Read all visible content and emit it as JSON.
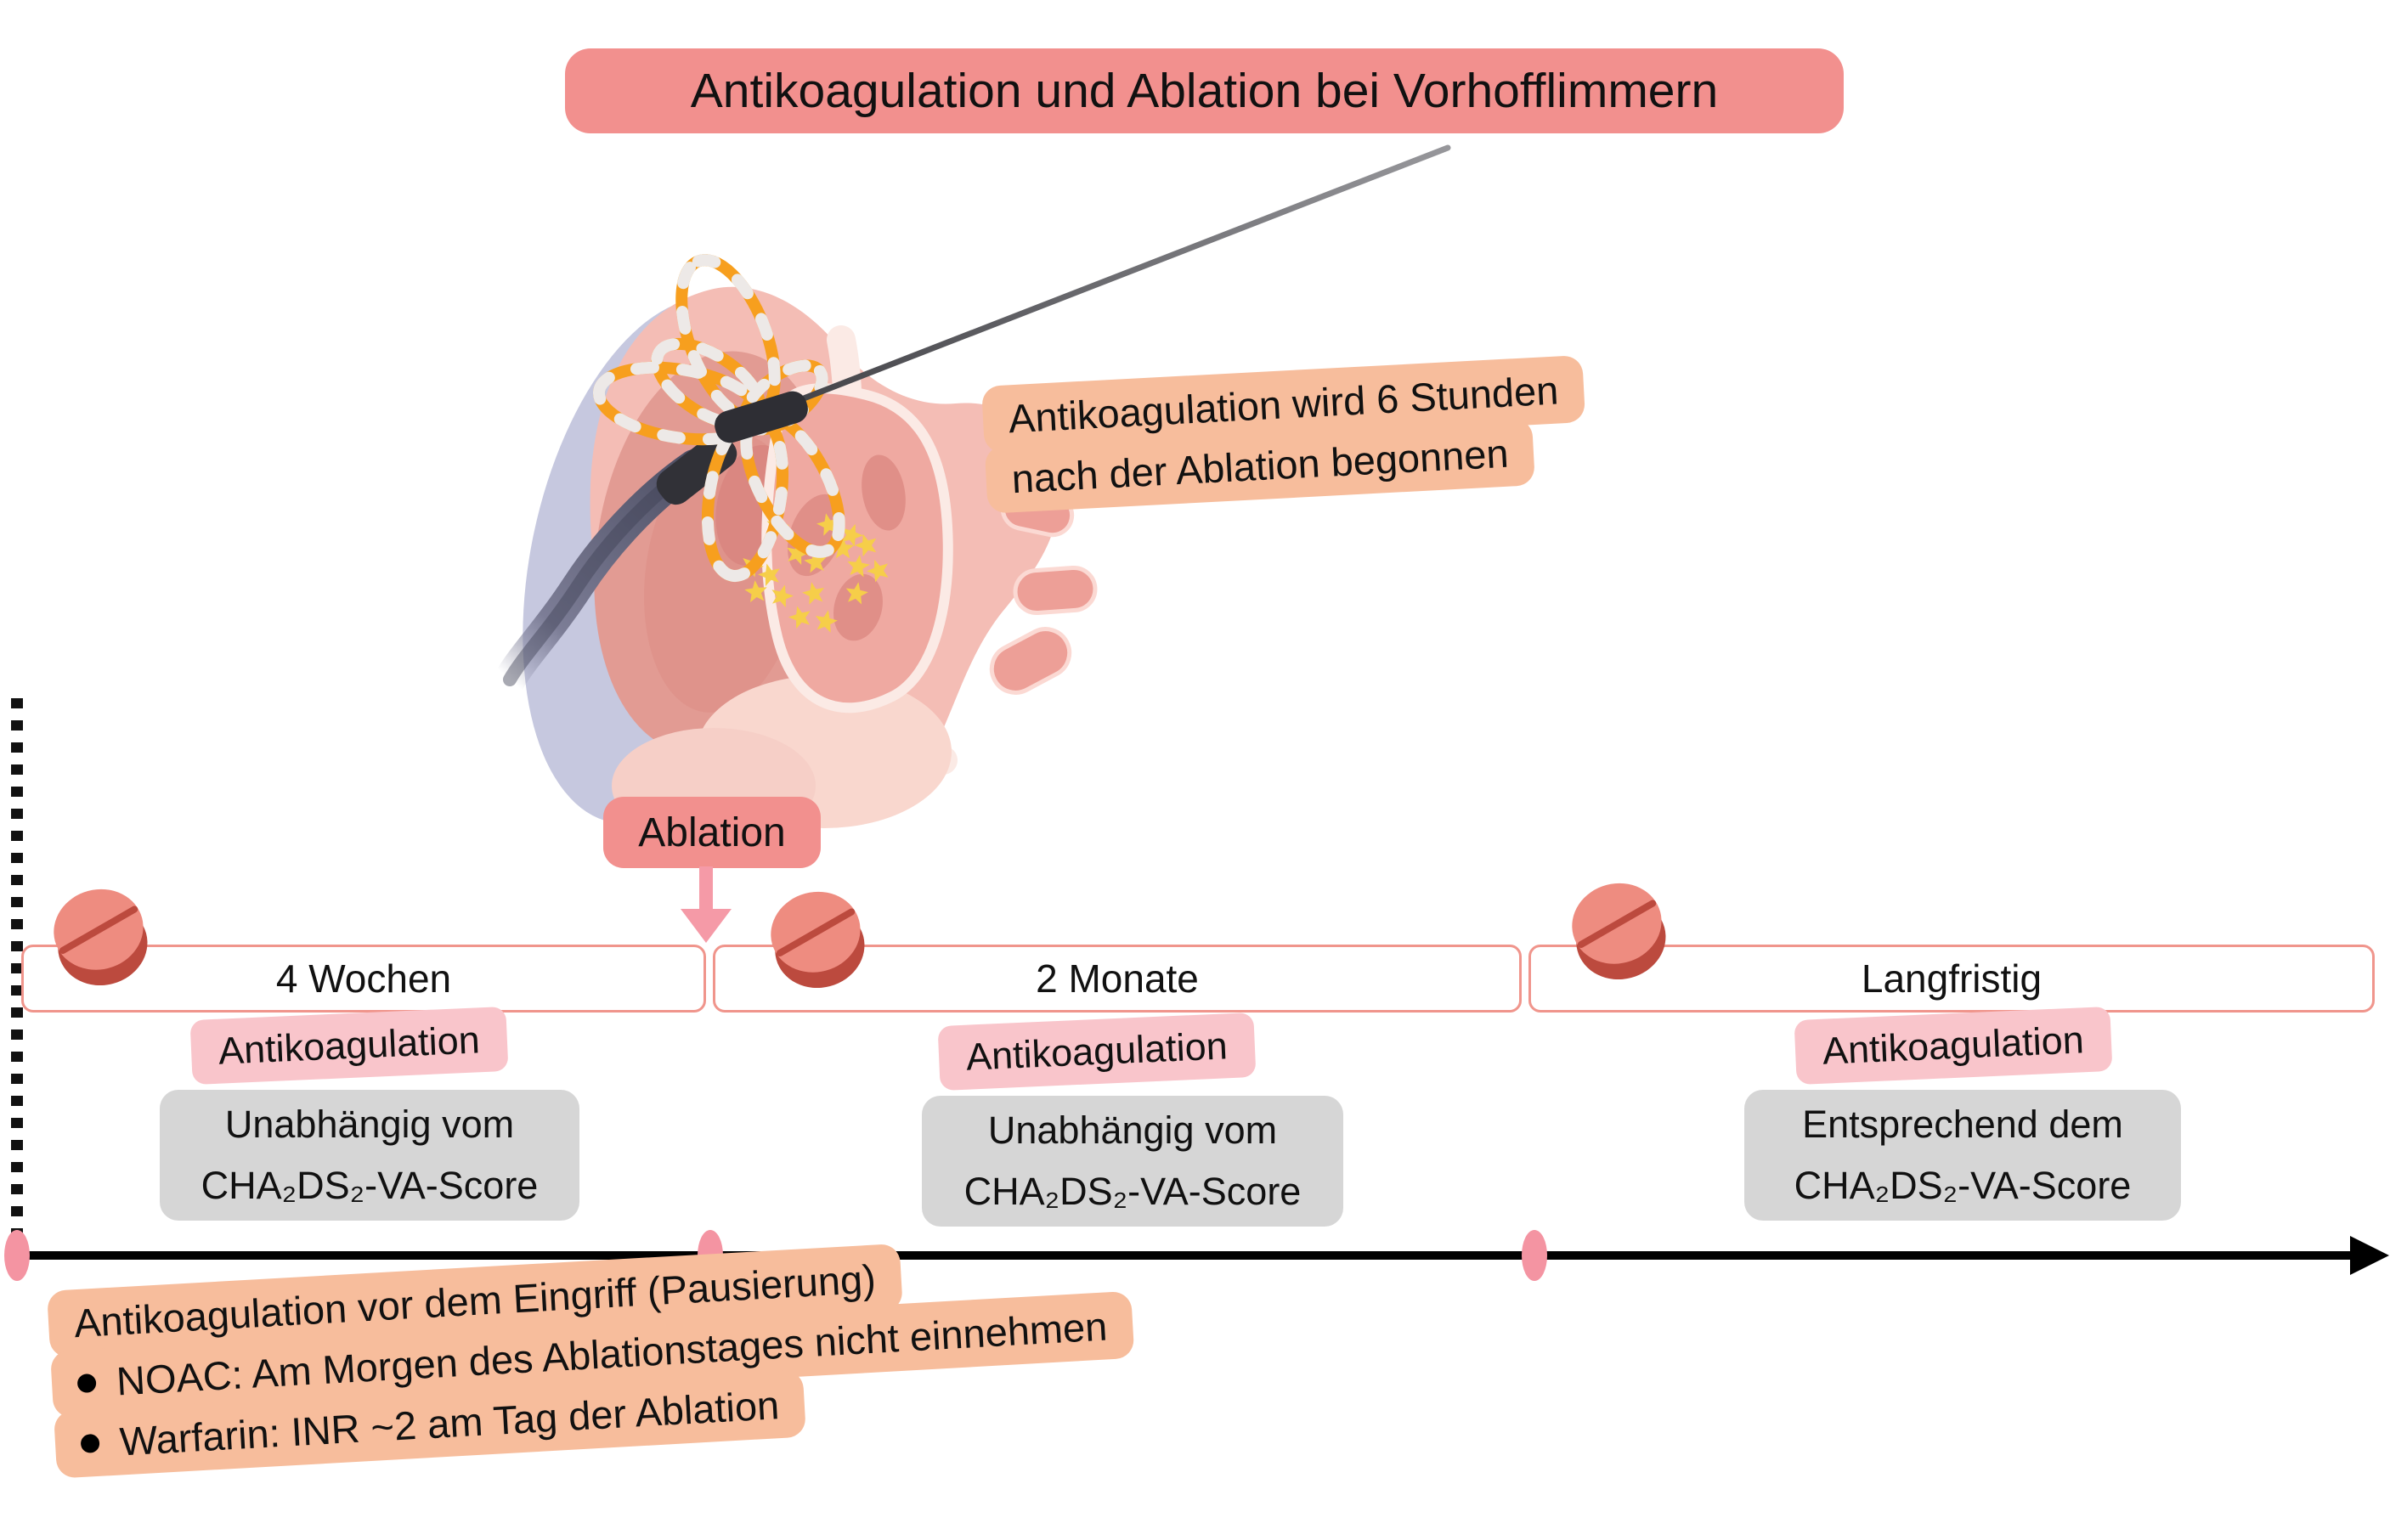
{
  "title": {
    "label": "Antikoagulation und Ablation bei Vorhofflimmern"
  },
  "illustration": {
    "name": "heart-catheter-ablation",
    "post_ablation_note": {
      "line1": "Antikoagulation wird 6 Stunden",
      "line2": "nach der Ablation begonnen"
    },
    "ablation_label": "Ablation"
  },
  "timeline": {
    "segments": [
      {
        "duration": "4 Wochen",
        "tag": "Antikoagulation",
        "detail_line1": "Unabhängig vom",
        "detail_line2": "CHA₂DS₂-VA-Score"
      },
      {
        "duration": "2 Monate",
        "tag": "Antikoagulation",
        "detail_line1": "Unabhängig vom",
        "detail_line2": "CHA₂DS₂-VA-Score"
      },
      {
        "duration": "Langfristig",
        "tag": "Antikoagulation",
        "detail_line1": "Entsprechend dem",
        "detail_line2": "CHA₂DS₂-VA-Score"
      }
    ]
  },
  "pre_procedure_note": {
    "heading": "Antikoagulation vor dem Eingriff (Pausierung)",
    "bullets": [
      "NOAC: Am Morgen des Ablationstages nicht einnehmen",
      "Warfarin: INR ~2 am Tag der Ablation"
    ]
  },
  "colors": {
    "accent_salmon": "#F2908E",
    "highlight_pink": "#F9C5CB",
    "highlight_orange": "#F7BD9C",
    "detail_gray": "#D6D6D6",
    "timeline_box_border": "#F0958C",
    "pill_face": "#EE8C80",
    "pill_shadow": "#BC4A3E",
    "arrow_pink": "#F59AA7",
    "timeline_dot_pink": "#F494A2",
    "star_yellow": "#F6CE49",
    "catheter_orange": "#F79F1E",
    "heart_pink": "#F4BDB5",
    "vessel_lavender": "#C7C9E1"
  }
}
